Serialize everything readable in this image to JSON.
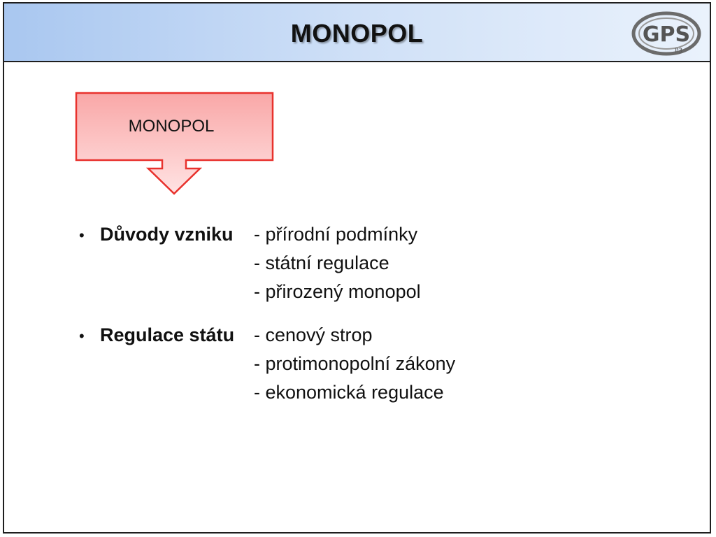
{
  "header": {
    "title": "MONOPOL",
    "logo_text": "GPS",
    "logo_subscript": "P3",
    "gradient_colors": [
      "#a9c7f0",
      "#eaf2fc"
    ]
  },
  "callout": {
    "label": "MONOPOL",
    "fill_top": "#f9a7a7",
    "fill_bottom": "#ffe3e3",
    "border": "#e8322d"
  },
  "sections": [
    {
      "bullet": "•",
      "term": "Důvody vzniku",
      "items": [
        "- přírodní podmínky",
        "- státní regulace",
        "- přirozený monopol"
      ]
    },
    {
      "bullet": "•",
      "term": "Regulace státu",
      "items": [
        "- cenový strop",
        "- protimonopolní zákony",
        "- ekonomická regulace"
      ]
    }
  ]
}
